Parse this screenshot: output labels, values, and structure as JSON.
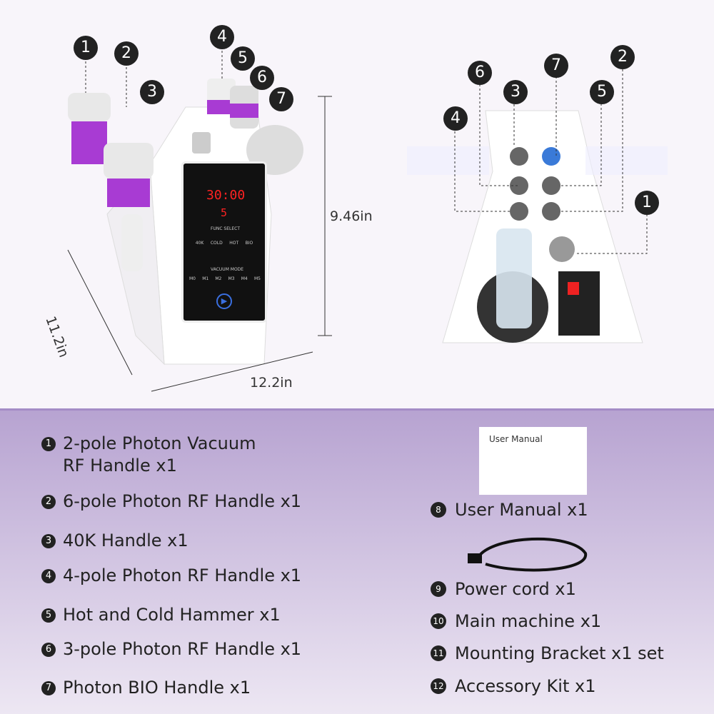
{
  "dimensions": {
    "height": "9.46in",
    "depth": "11.2in",
    "width": "12.2in"
  },
  "front_callouts": [
    "1",
    "2",
    "3",
    "4",
    "5",
    "6",
    "7"
  ],
  "back_callouts": [
    "6",
    "7",
    "2",
    "3",
    "5",
    "4",
    "1"
  ],
  "panel": {
    "timer": "30:00",
    "level": "5",
    "func_select": "FUNC SELECT",
    "vacuum_mode": "VACUUM MODE",
    "modes": [
      "M0",
      "M1",
      "M2",
      "M3",
      "M4",
      "M5"
    ],
    "functions": [
      "40K",
      "COLD",
      "HOT",
      "BIO"
    ]
  },
  "left_list": [
    {
      "n": "1",
      "text": "2-pole Photon Vacuum\nRF Handle x1"
    },
    {
      "n": "2",
      "text": "6-pole Photon RF Handle x1"
    },
    {
      "n": "3",
      "text": "40K Handle x1"
    },
    {
      "n": "4",
      "text": "4-pole Photon RF Handle x1"
    },
    {
      "n": "5",
      "text": "Hot and Cold Hammer x1"
    },
    {
      "n": "6",
      "text": "3-pole Photon RF Handle x1"
    },
    {
      "n": "7",
      "text": "Photon BIO Handle x1"
    }
  ],
  "manual_label": "User Manual",
  "right_list": [
    {
      "n": "8",
      "text": "User Manual x1"
    },
    {
      "n": "9",
      "text": "Power cord x1"
    },
    {
      "n": "10",
      "text": "Main machine x1"
    },
    {
      "n": "11",
      "text": "Mounting Bracket x1 set"
    },
    {
      "n": "12",
      "text": "Accessory Kit x1"
    }
  ],
  "colors": {
    "accent": "#9b3fc9",
    "band_top": "#b7a3d1",
    "band_bottom": "#ede7f3"
  }
}
